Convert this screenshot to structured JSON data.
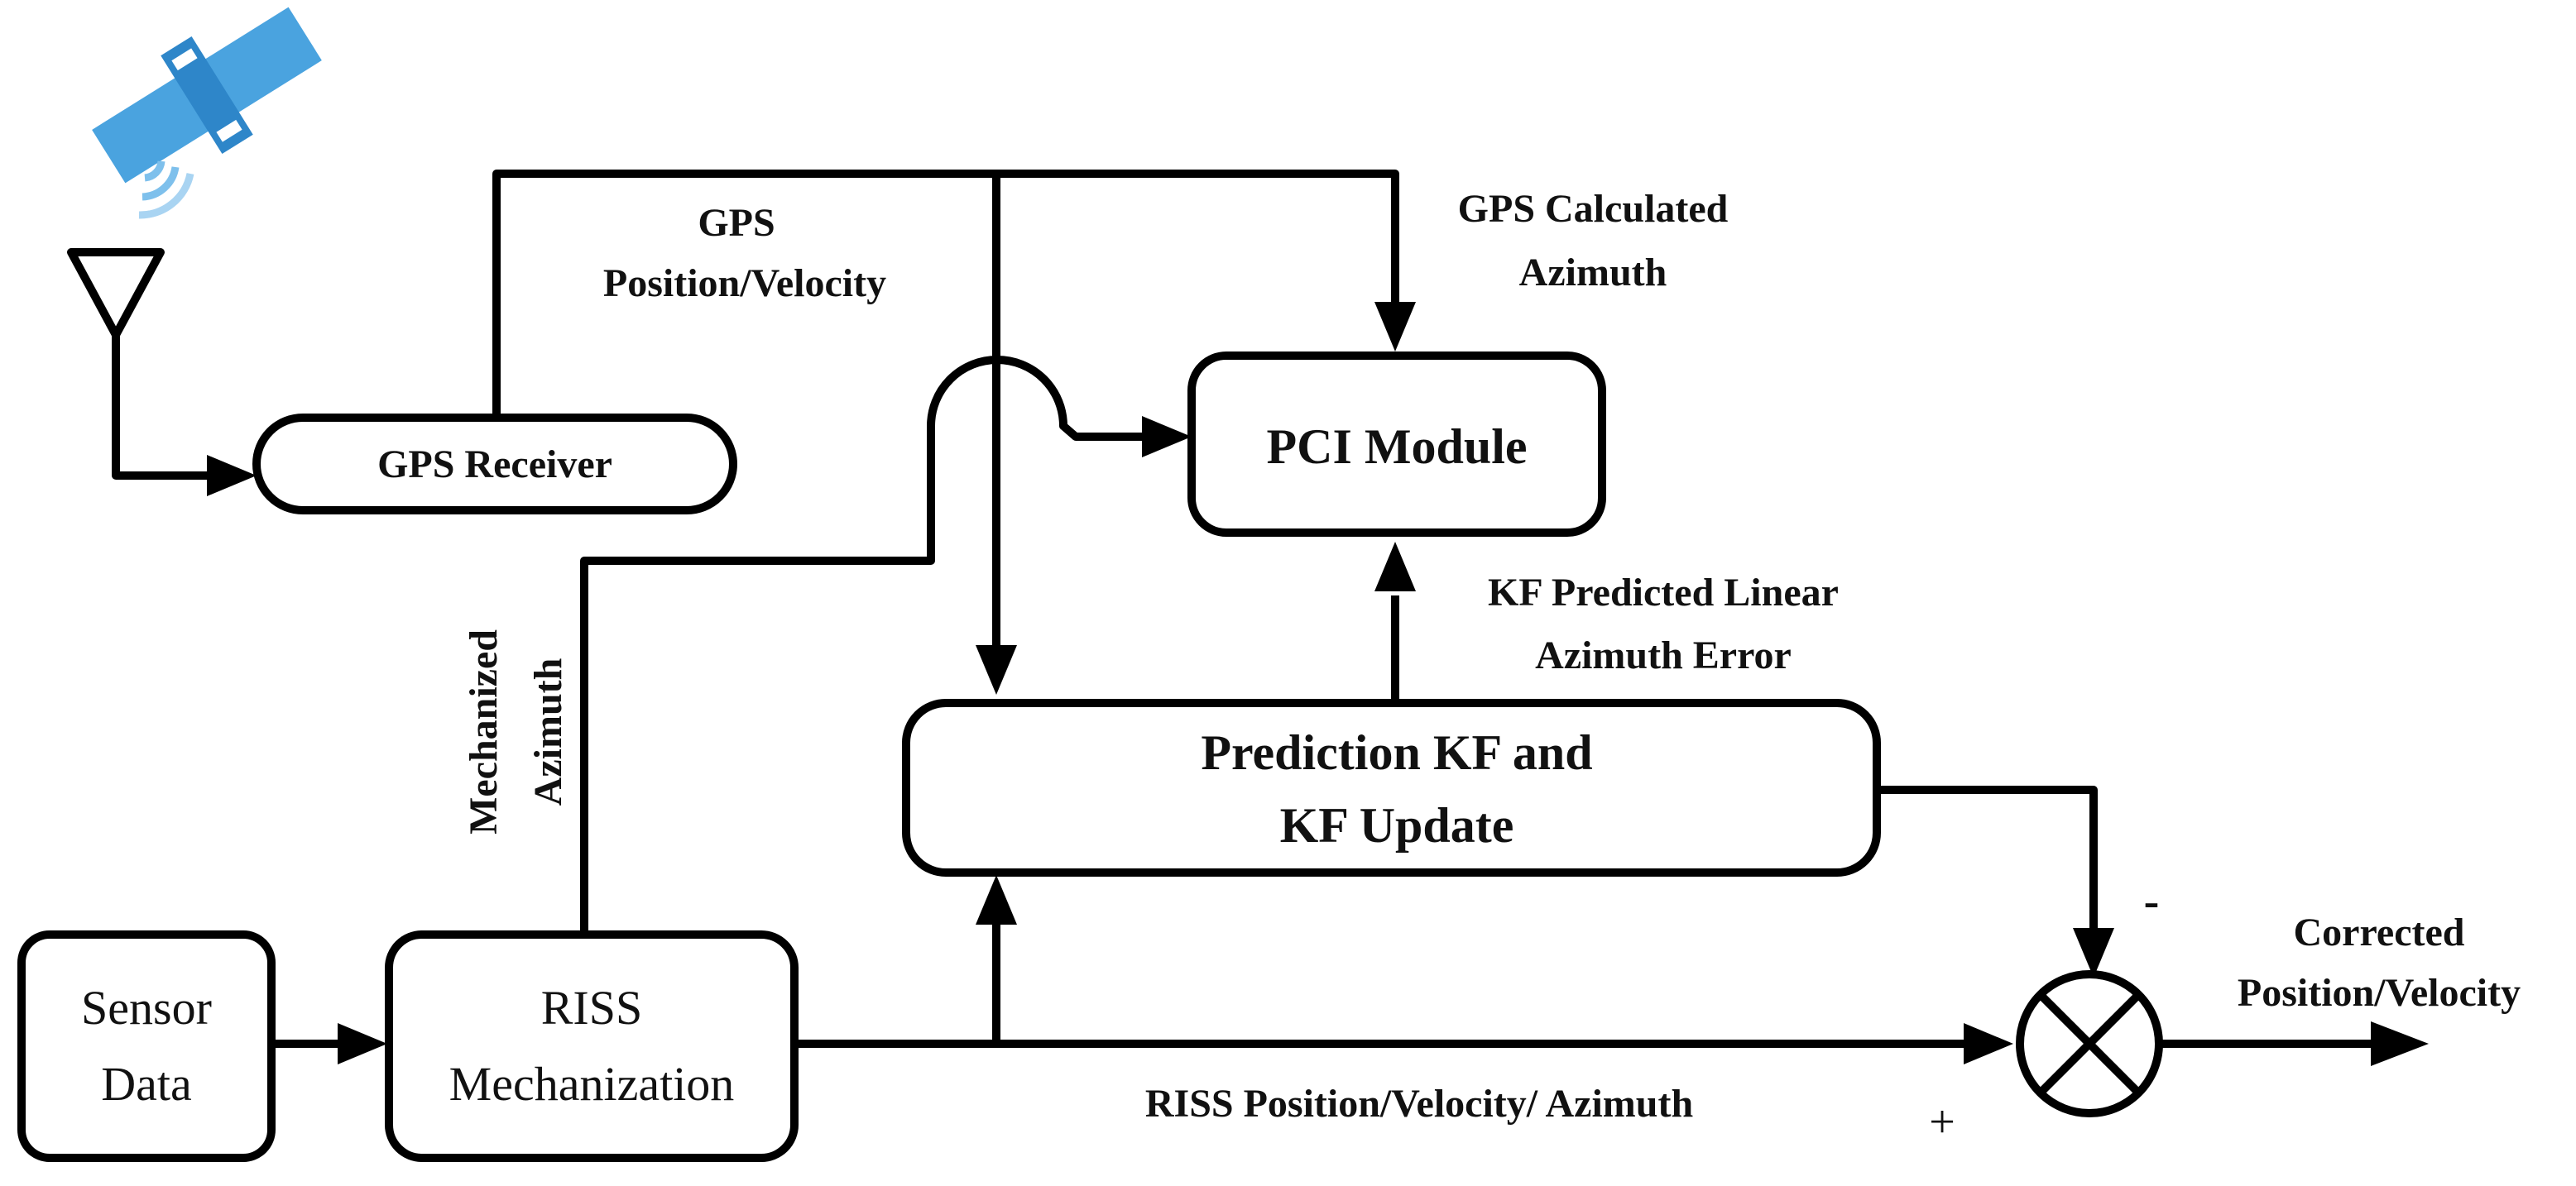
{
  "blocks": {
    "sensor_data": {
      "line1": "Sensor",
      "line2": "Data"
    },
    "riss": {
      "line1": "RISS",
      "line2": "Mechanization"
    },
    "gps_receiver": "GPS Receiver",
    "pci_module": "PCI Module",
    "kf": {
      "line1": "Prediction KF and",
      "line2": "KF  Update"
    }
  },
  "signals": {
    "gps_position_velocity": {
      "line1": "GPS",
      "line2": "Position/Velocity"
    },
    "gps_calculated_azimuth": {
      "line1": "GPS Calculated",
      "line2": "Azimuth"
    },
    "kf_predicted_error": {
      "line1": "KF Predicted Linear",
      "line2": "Azimuth Error"
    },
    "mechanized_azimuth": {
      "line1": "Mechanized",
      "line2": "Azimuth"
    },
    "riss_output": "RISS Position/Velocity/ Azimuth",
    "corrected_output": {
      "line1": "Corrected",
      "line2": "Position/Velocity"
    }
  },
  "signs": {
    "minus": "-",
    "plus": "+"
  },
  "colors": {
    "satellite": "#4aa3df",
    "satellite_dark": "#2e86c9",
    "ink": "#000000"
  },
  "icons": {
    "satellite": "satellite-icon",
    "antenna": "antenna-icon",
    "summing_junction": "summing-junction-icon"
  }
}
